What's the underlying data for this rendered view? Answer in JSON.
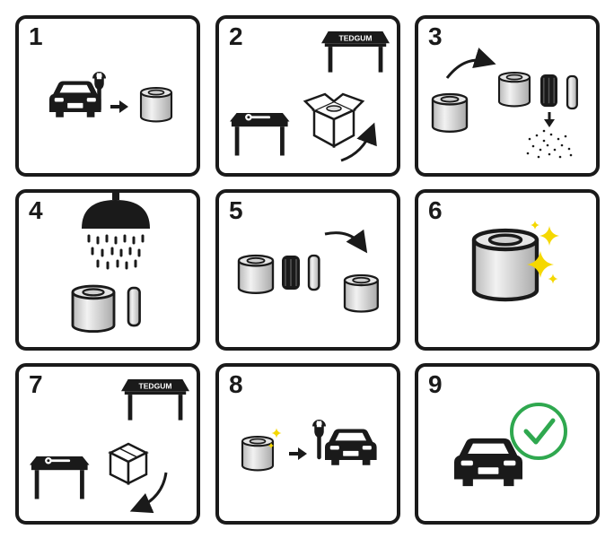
{
  "steps": [
    {
      "number": "1"
    },
    {
      "number": "2",
      "brand": "TEDGUM"
    },
    {
      "number": "3"
    },
    {
      "number": "4"
    },
    {
      "number": "5"
    },
    {
      "number": "6"
    },
    {
      "number": "7",
      "brand": "TEDGUM"
    },
    {
      "number": "8"
    },
    {
      "number": "9"
    }
  ],
  "colors": {
    "ink": "#1a1a1a",
    "filter_gray": "#c8c8c8",
    "sparkle": "#f5d800",
    "check_green": "#2fa84f"
  }
}
